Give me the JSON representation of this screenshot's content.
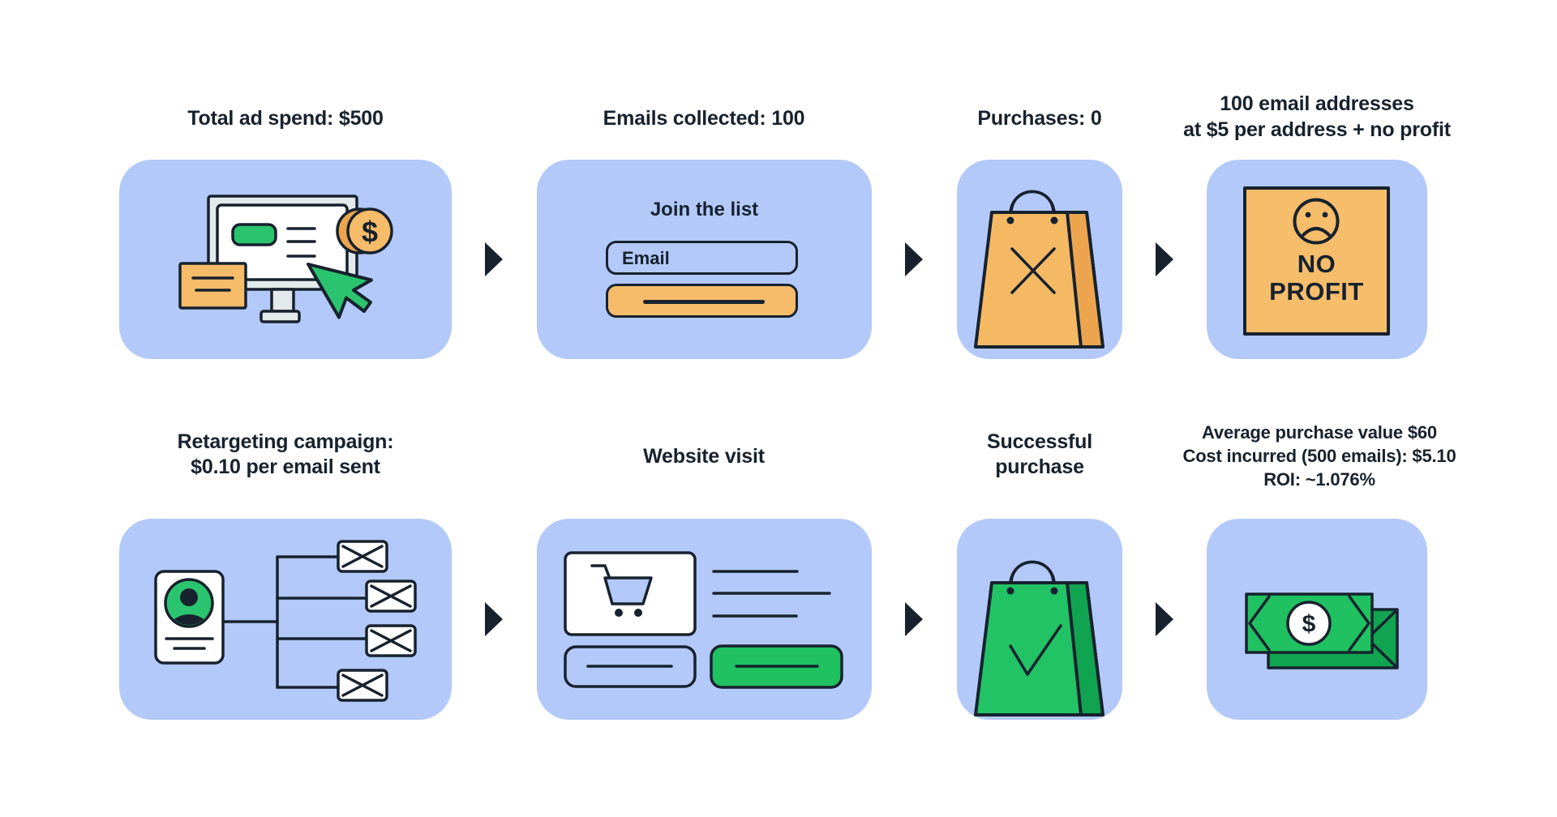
{
  "colors": {
    "bg": "#ffffff",
    "ink": "#17222e",
    "card_blue": "#b3c9fa",
    "gray_frame": "#e3eaec",
    "green": "#2bc46e",
    "green_bag": "#22c365",
    "green_deep": "#10a450",
    "green_btn": "#1fc161",
    "orange": "#f5b964",
    "orange_deep": "#eca54e",
    "orange_soft": "#f7bc6a",
    "orange_sign": "#f6bd6b"
  },
  "titles": {
    "r1c1": [
      "Total ad spend: $500"
    ],
    "r1c2": [
      "Emails collected: 100"
    ],
    "r1c3": [
      "Purchases: 0"
    ],
    "r1c4": [
      "100 email addresses",
      "at $5 per address + no profit"
    ],
    "r2c1": [
      "Retargeting campaign:",
      "$0.10 per email sent"
    ],
    "r2c2": [
      "Website visit"
    ],
    "r2c3": [
      "Successful",
      "purchase"
    ],
    "r2c4": [
      "Average purchase value $60",
      "Cost incurred (500 emails): $5.10",
      "ROI: ~1.076%"
    ]
  },
  "signup_form": {
    "heading": "Join the list",
    "email_label": "Email"
  },
  "no_profit_sign": {
    "line1": "NO",
    "line2": "PROFIT"
  },
  "symbols": {
    "dollar": "$"
  }
}
